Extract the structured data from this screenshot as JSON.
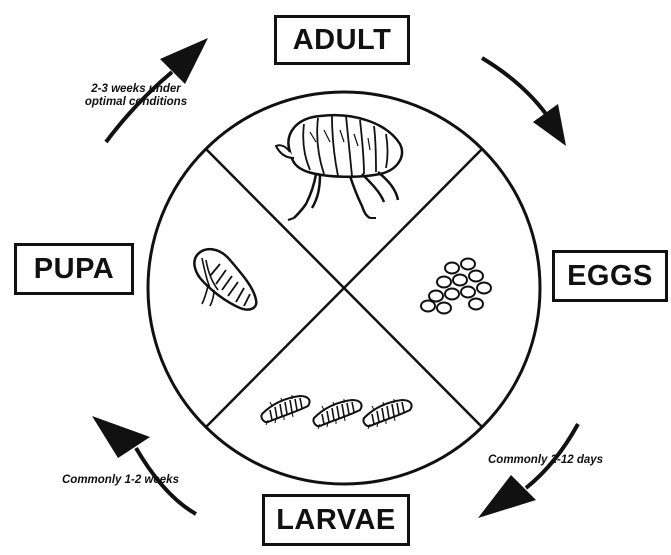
{
  "stages": {
    "adult": "ADULT",
    "eggs": "EGGS",
    "larvae": "LARVAE",
    "pupa": "PUPA"
  },
  "durations": {
    "pupa_to_adult_line1": "2-3 weeks under",
    "pupa_to_adult_line2": "optimal conditions",
    "eggs_to_larvae": "Commonly 2-12 days",
    "larvae_to_pupa": "Commonly 1-2 weeks"
  },
  "colors": {
    "ink": "#111111",
    "paper": "#ffffff"
  },
  "icons": [
    "adult-flea-icon",
    "eggs-cluster-icon",
    "larvae-icon",
    "pupa-icon",
    "arrow-icon"
  ]
}
